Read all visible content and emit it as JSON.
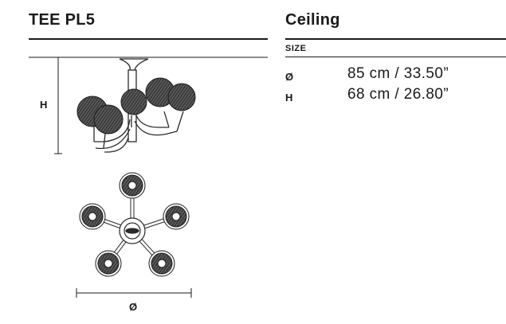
{
  "header": {
    "product_name": "TEE PL5",
    "category": "Ceiling"
  },
  "specs": {
    "heading": "SIZE",
    "rows": [
      {
        "label": "Ø",
        "value": "85 cm / 33.50”"
      },
      {
        "label": "H",
        "value": "68 cm / 26.80”"
      }
    ]
  },
  "drawing": {
    "height_label": "H",
    "diameter_label": "Ø"
  }
}
